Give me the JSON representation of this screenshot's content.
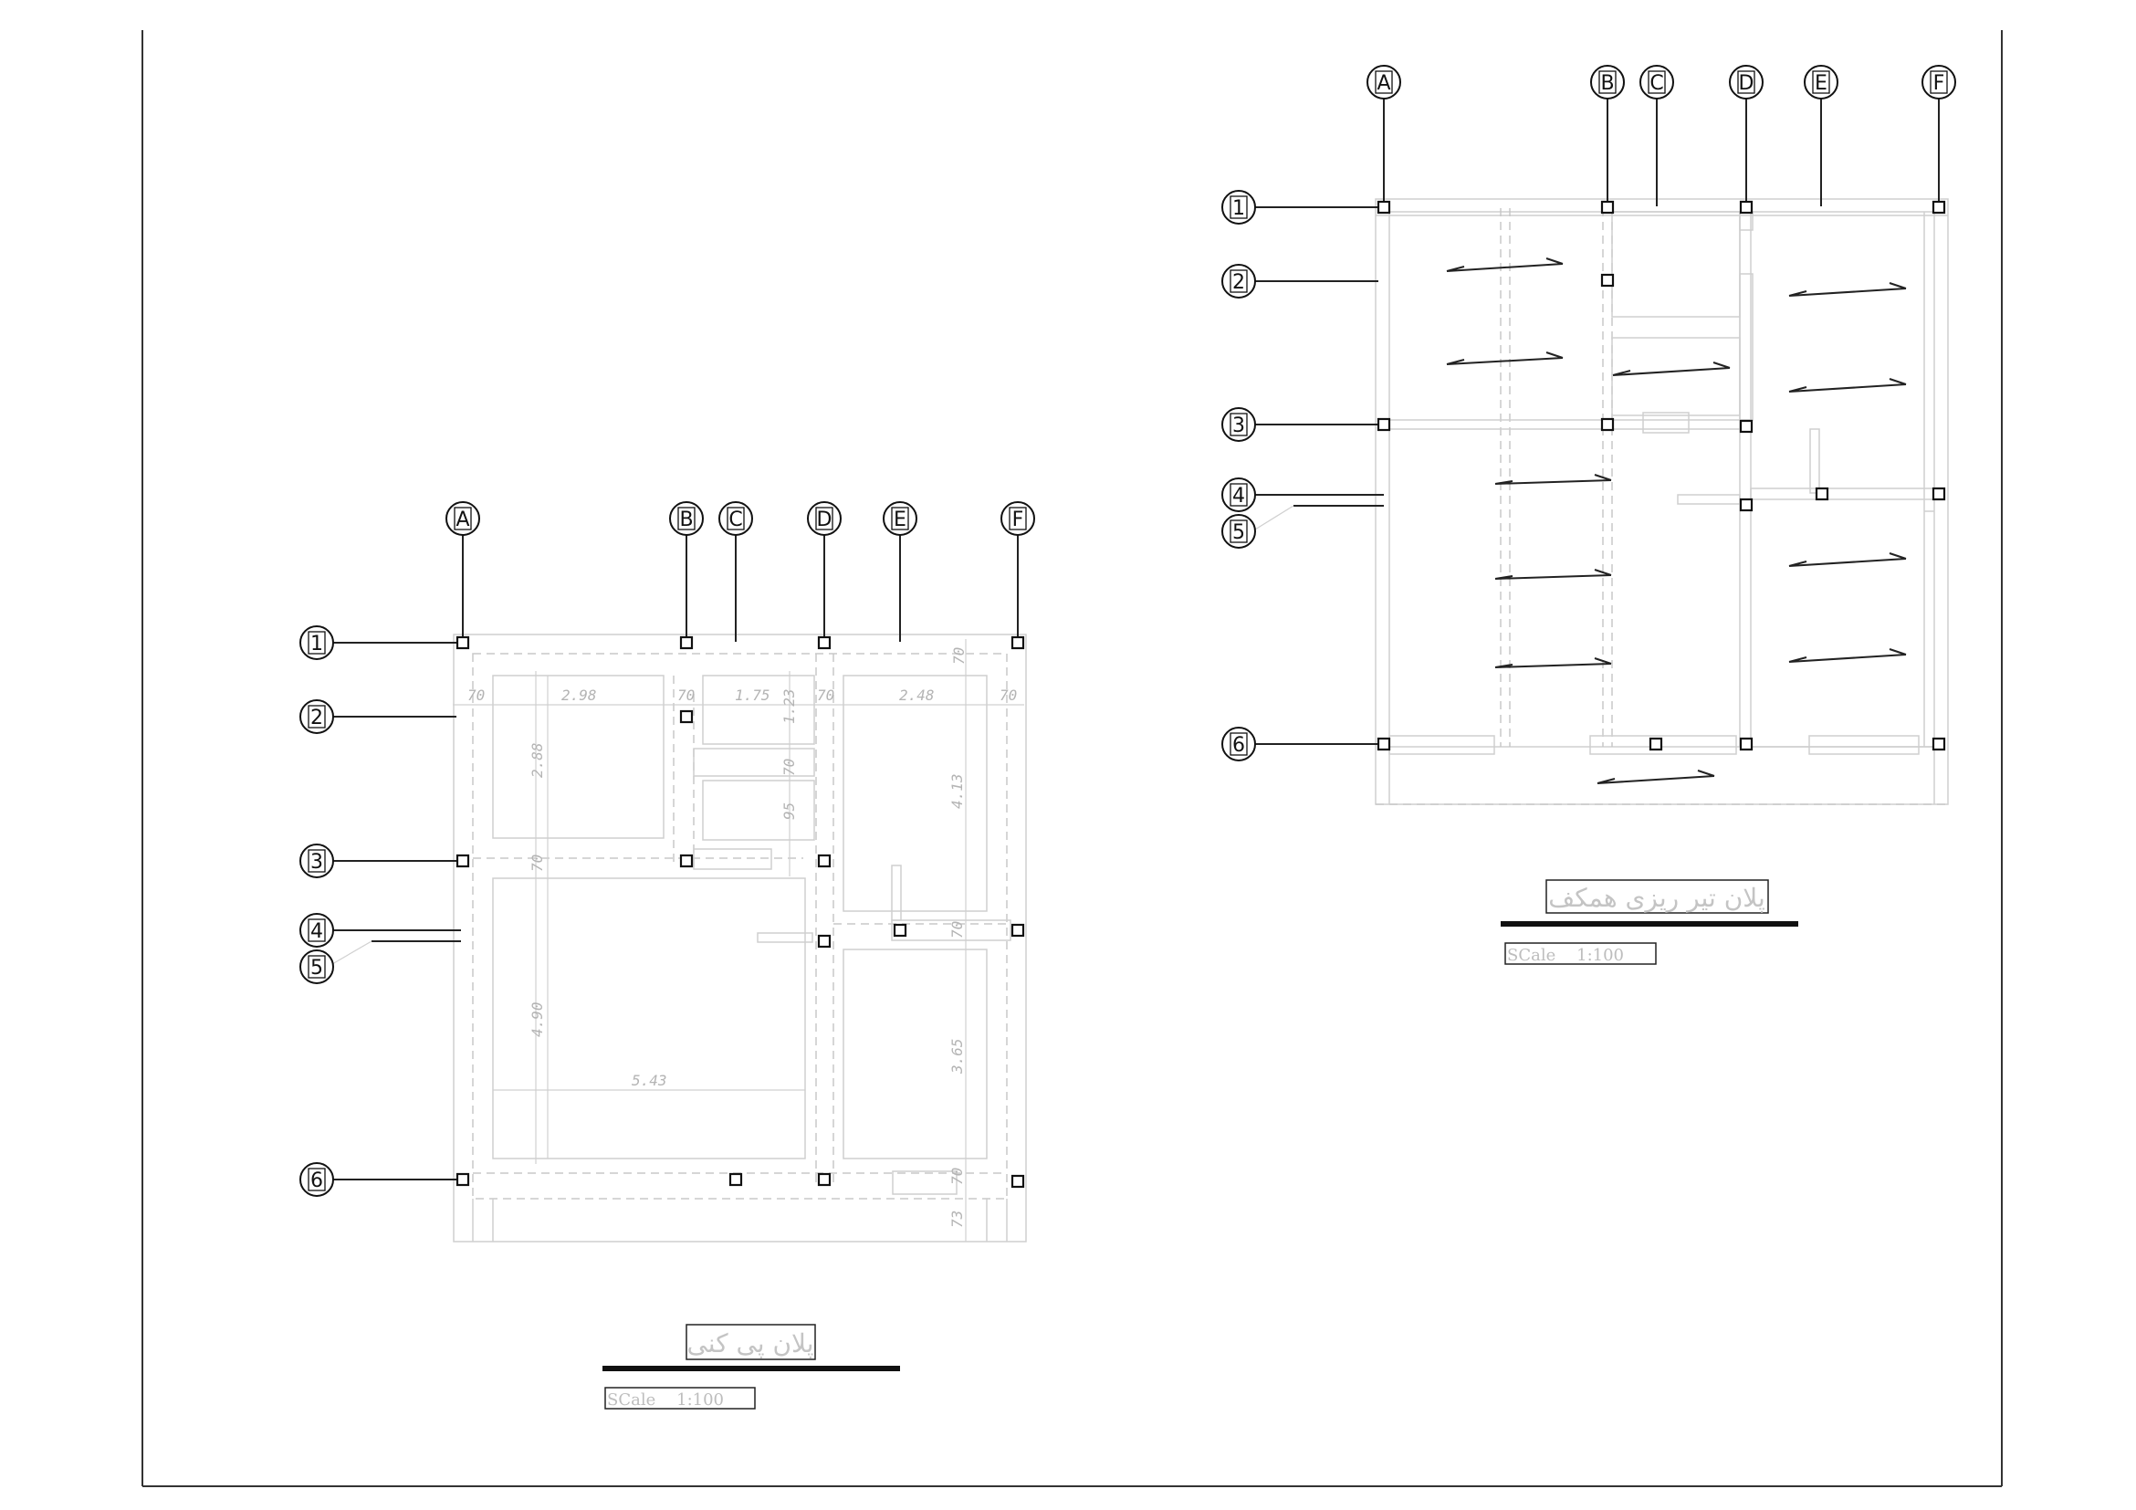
{
  "foundation_plan": {
    "title": "پلان پی کنی",
    "scale": "SCale    1:100",
    "grid_columns": [
      "A",
      "B",
      "C",
      "D",
      "E",
      "F"
    ],
    "grid_rows": [
      "1",
      "2",
      "3",
      "4",
      "5",
      "6"
    ],
    "dimensions": {
      "top_70_a": "70",
      "top_298": "2.98",
      "top_70_b": "70",
      "top_175": "1.75",
      "top_70_c": "70",
      "top_248": "2.48",
      "top_70_d": "70",
      "right_70_top": "70",
      "v_288": "2.88",
      "v_123": "1.23",
      "v_70_mid": "70",
      "v_95": "95",
      "v_70_left": "70",
      "v_413": "4.13",
      "v_490": "4.90",
      "h_543": "5.43",
      "v_365": "3.65",
      "v_70_r1": "70",
      "v_70_r2": "70",
      "v_73": "73"
    }
  },
  "beam_plan": {
    "title": "پلان تیر ریزی همکف",
    "scale": "SCale    1:100",
    "grid_columns": [
      "A",
      "B",
      "C",
      "D",
      "E",
      "F"
    ],
    "grid_rows": [
      "1",
      "2",
      "3",
      "4",
      "5",
      "6"
    ]
  }
}
